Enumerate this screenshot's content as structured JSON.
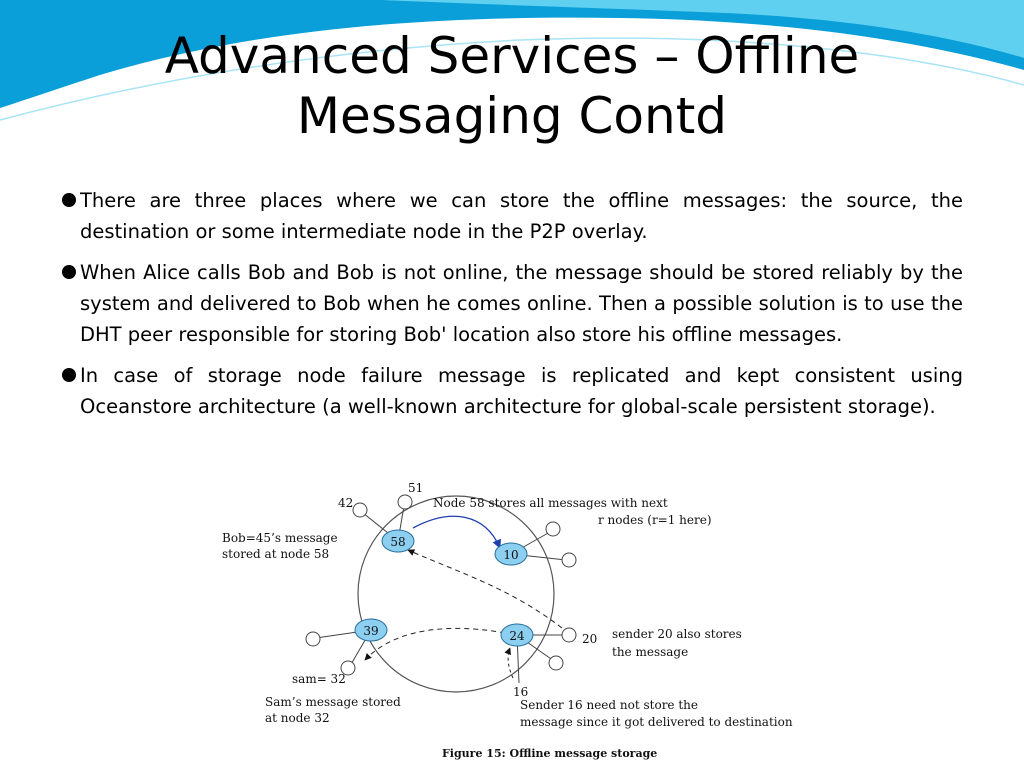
{
  "slide": {
    "title_line1": "Advanced Services – Offline",
    "title_line2": "Messaging Contd",
    "bullets": [
      "There are three places where we can store the offline messages: the source, the destination or some intermediate node in the P2P overlay.",
      "When Alice calls Bob and Bob is not online, the message should be stored reliably by the system and delivered to Bob when he comes online. Then a possible solution is to use the DHT peer responsible for storing Bob' location also store his offline messages.",
      "In case of storage node failure message is replicated and kept consistent using Oceanstore architecture (a well-known architecture for global-scale persistent storage)."
    ],
    "colors": {
      "swoosh_dark": "#0a9fd8",
      "swoosh_light": "#5fd0f0",
      "node_fill": "#8ccff0"
    }
  },
  "figure": {
    "nodes": {
      "n58": "58",
      "n10": "10",
      "n39": "39",
      "n24": "24"
    },
    "labels": {
      "l51": "51",
      "l42": "42",
      "l20": "20",
      "l16": "16",
      "node58_line1": "Node 58 stores all messages with next",
      "node58_line2": "r nodes (r=1 here)",
      "bob_line1": "Bob=45’s message",
      "bob_line2": "stored at node 58",
      "sender20_line1": "sender 20 also stores",
      "sender20_line2": "the message",
      "sam": "sam= 32",
      "sam_line1": "Sam’s message stored",
      "sam_line2": "at node 32",
      "sender16_line1": "Sender 16 need not store the",
      "sender16_line2": "message since it got delivered to destination",
      "caption": "Figure 15: Offline message storage"
    }
  }
}
